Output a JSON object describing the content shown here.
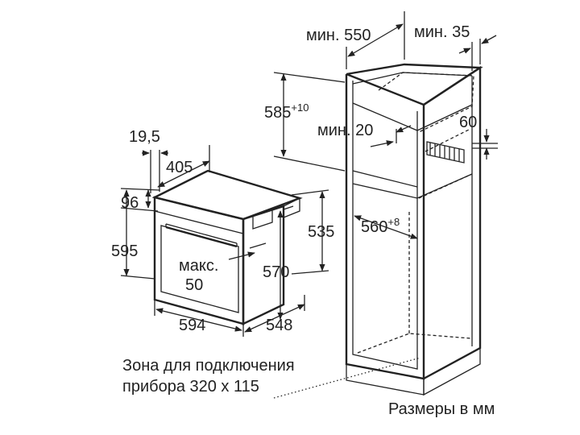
{
  "oven": {
    "dim_depth_front": "19,5",
    "dim_width_top": "405",
    "dim_door_gap": "96",
    "dim_height": "595",
    "dim_handle_label": "макс.",
    "dim_handle_value": "50",
    "dim_width": "594",
    "dim_body_height": "570",
    "dim_depth": "548",
    "dim_rear_height": "535"
  },
  "cabinet": {
    "dim_depth_min_label": "мин. 550",
    "dim_back_gap_label": "мин. 35",
    "dim_niche_height": "585",
    "dim_niche_height_tol": "+10",
    "dim_vent_label": "мин. 20",
    "dim_vent_height": "60",
    "dim_niche_width": "560",
    "dim_niche_width_tol": "+8"
  },
  "notes": {
    "connection_line1": "Зона для подключения",
    "connection_line2": "прибора 320 x 115",
    "units": "Размеры в мм"
  }
}
